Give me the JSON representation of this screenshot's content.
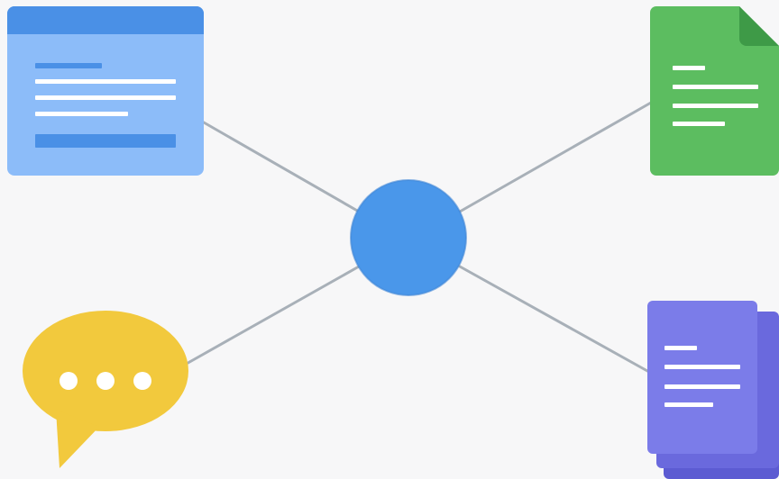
{
  "diagram": {
    "hub": {
      "icon": "hub-circle-icon",
      "color": "#4a97ea"
    },
    "connector_color": "#a8b0b8",
    "nodes": [
      {
        "id": "web-page",
        "icon": "web-page-window-icon",
        "color": "#8cbcf9",
        "accent": "#4a90e6"
      },
      {
        "id": "document",
        "icon": "document-icon",
        "color": "#5cbd60",
        "accent": "#3e9a47"
      },
      {
        "id": "chat",
        "icon": "chat-bubble-icon",
        "color": "#f2c93d",
        "accent": "#ffffff"
      },
      {
        "id": "file-stack",
        "icon": "stacked-files-icon",
        "color": "#7b7ce9",
        "accent": "#5c5bd2"
      }
    ]
  }
}
